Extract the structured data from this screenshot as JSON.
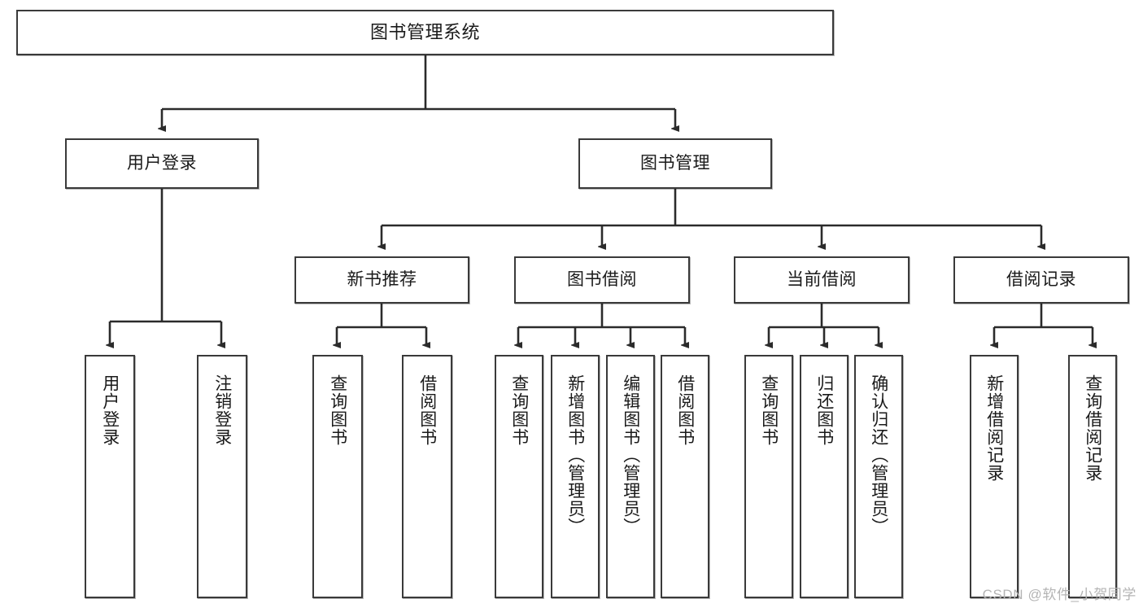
{
  "diagram": {
    "title": "图书管理系统",
    "type": "tree-hierarchy-chart",
    "watermark": "CSDN @软件_小贺同学",
    "colors": {
      "box_border": "#3a3a3a",
      "box_fill": "#ffffff",
      "edge": "#2b2b2b",
      "text": "#1a1a1a",
      "watermark": "#b4b4b4"
    },
    "nodes": {
      "root": {
        "label": "图书管理系统"
      },
      "level2": [
        {
          "id": "user-login",
          "label": "用户登录"
        },
        {
          "id": "book-management",
          "label": "图书管理"
        }
      ],
      "level3": [
        {
          "id": "new-book-recommend",
          "label": "新书推荐"
        },
        {
          "id": "book-borrow",
          "label": "图书借阅"
        },
        {
          "id": "current-borrow",
          "label": "当前借阅"
        },
        {
          "id": "borrow-record",
          "label": "借阅记录"
        }
      ],
      "leaves": [
        {
          "id": "leaf-user-login",
          "label": "用户登录"
        },
        {
          "id": "leaf-logout-login",
          "label": "注销登录"
        },
        {
          "id": "leaf-query-book-1",
          "label": "查询图书"
        },
        {
          "id": "leaf-borrow-book-1",
          "label": "借阅图书"
        },
        {
          "id": "leaf-query-book-2",
          "label": "查询图书"
        },
        {
          "id": "leaf-add-book",
          "label": "新增图书（管理员）"
        },
        {
          "id": "leaf-edit-book",
          "label": "编辑图书（管理员）"
        },
        {
          "id": "leaf-borrow-book-2",
          "label": "借阅图书"
        },
        {
          "id": "leaf-query-book-3",
          "label": "查询图书"
        },
        {
          "id": "leaf-return-book",
          "label": "归还图书"
        },
        {
          "id": "leaf-confirm-return",
          "label": "确认归还（管理员）"
        },
        {
          "id": "leaf-add-borrow-record",
          "label": "新增借阅记录"
        },
        {
          "id": "leaf-query-borrow-record",
          "label": "查询借阅记录"
        }
      ]
    }
  }
}
